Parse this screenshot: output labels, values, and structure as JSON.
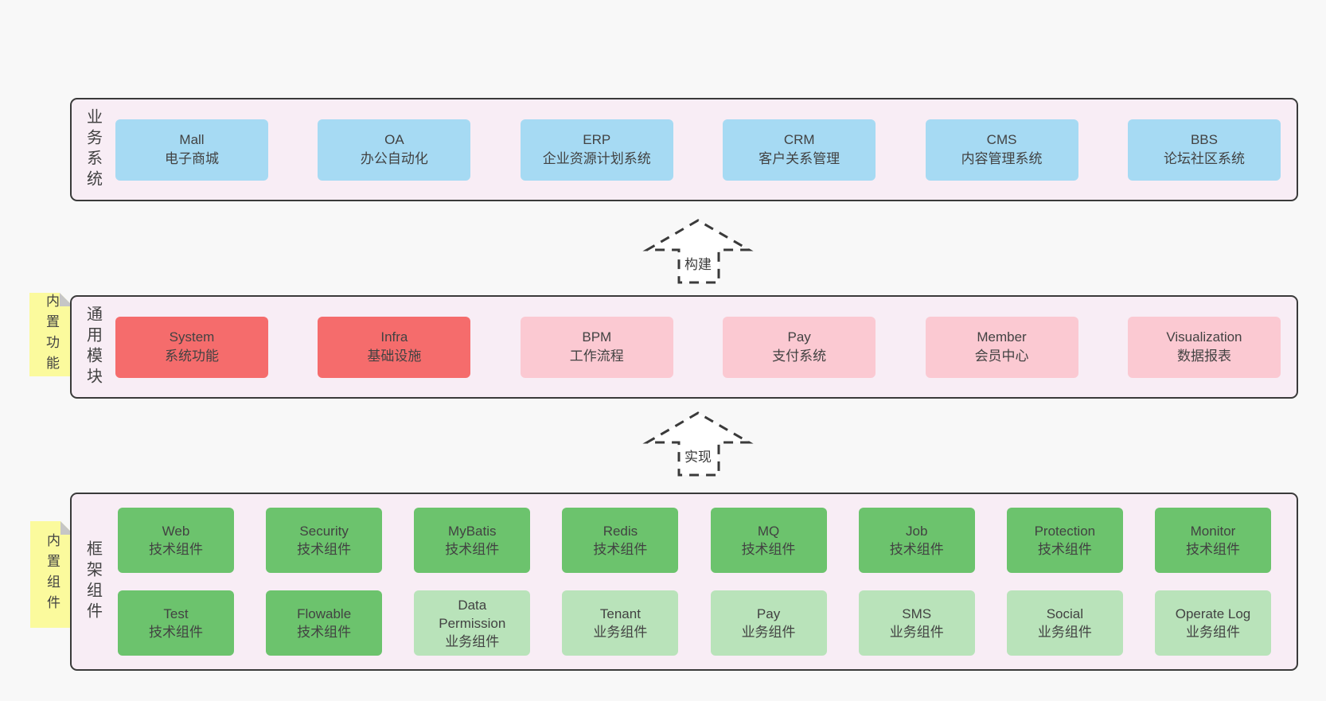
{
  "colors": {
    "page_bg": "#f8f8f8",
    "band_bg": "#f8edf5",
    "band_border": "#3a3a3a",
    "text": "#424242",
    "blue": "#a6daf3",
    "red": "#f56c6c",
    "pink": "#fbc9d2",
    "green": "#6cc36d",
    "green_light": "#b9e3ba",
    "yellow": "#fbfa9d",
    "fold_gray": "#c6c6c6",
    "arrow_fill": "#ffffff"
  },
  "arrows": [
    {
      "label": "构建"
    },
    {
      "label": "实现"
    }
  ],
  "bands": [
    {
      "label": "业务系统",
      "note": null,
      "rows": [
        [
          {
            "title": "Mall",
            "subtitle": "电子商城",
            "color_key": "blue"
          },
          {
            "title": "OA",
            "subtitle": "办公自动化",
            "color_key": "blue"
          },
          {
            "title": "ERP",
            "subtitle": "企业资源计划系统",
            "color_key": "blue"
          },
          {
            "title": "CRM",
            "subtitle": "客户关系管理",
            "color_key": "blue"
          },
          {
            "title": "CMS",
            "subtitle": "内容管理系统",
            "color_key": "blue"
          },
          {
            "title": "BBS",
            "subtitle": "论坛社区系统",
            "color_key": "blue"
          }
        ]
      ]
    },
    {
      "label": "通用模块",
      "note": "内置功能",
      "rows": [
        [
          {
            "title": "System",
            "subtitle": "系统功能",
            "color_key": "red"
          },
          {
            "title": "Infra",
            "subtitle": "基础设施",
            "color_key": "red"
          },
          {
            "title": "BPM",
            "subtitle": "工作流程",
            "color_key": "pink"
          },
          {
            "title": "Pay",
            "subtitle": "支付系统",
            "color_key": "pink"
          },
          {
            "title": "Member",
            "subtitle": "会员中心",
            "color_key": "pink"
          },
          {
            "title": "Visualization",
            "subtitle": "数据报表",
            "color_key": "pink"
          }
        ]
      ]
    },
    {
      "label": "框架组件",
      "note": "内置组件",
      "rows": [
        [
          {
            "title": "Web",
            "subtitle": "技术组件",
            "color_key": "green"
          },
          {
            "title": "Security",
            "subtitle": "技术组件",
            "color_key": "green"
          },
          {
            "title": "MyBatis",
            "subtitle": "技术组件",
            "color_key": "green"
          },
          {
            "title": "Redis",
            "subtitle": "技术组件",
            "color_key": "green"
          },
          {
            "title": "MQ",
            "subtitle": "技术组件",
            "color_key": "green"
          },
          {
            "title": "Job",
            "subtitle": "技术组件",
            "color_key": "green"
          },
          {
            "title": "Protection",
            "subtitle": "技术组件",
            "color_key": "green"
          },
          {
            "title": "Monitor",
            "subtitle": "技术组件",
            "color_key": "green"
          }
        ],
        [
          {
            "title": "Test",
            "subtitle": "技术组件",
            "color_key": "green"
          },
          {
            "title": "Flowable",
            "subtitle": "技术组件",
            "color_key": "green"
          },
          {
            "title": "Data Permission",
            "subtitle": "业务组件",
            "color_key": "green-light"
          },
          {
            "title": "Tenant",
            "subtitle": "业务组件",
            "color_key": "green-light"
          },
          {
            "title": "Pay",
            "subtitle": "业务组件",
            "color_key": "green-light"
          },
          {
            "title": "SMS",
            "subtitle": "业务组件",
            "color_key": "green-light"
          },
          {
            "title": "Social",
            "subtitle": "业务组件",
            "color_key": "green-light"
          },
          {
            "title": "Operate Log",
            "subtitle": "业务组件",
            "color_key": "green-light"
          }
        ]
      ]
    }
  ]
}
